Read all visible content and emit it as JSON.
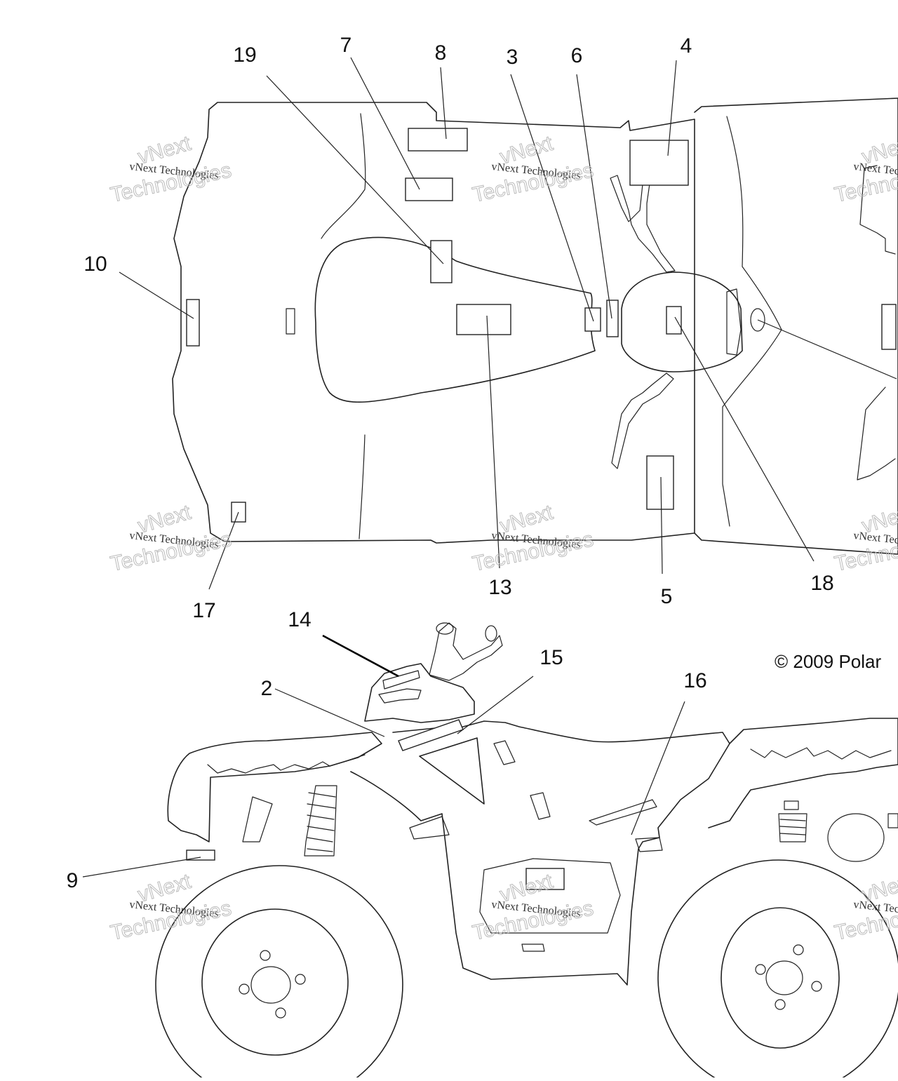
{
  "figure": {
    "copyright": "© 2009 Polar",
    "watermark": {
      "line1": "vNext",
      "line2": "vNext Technologies",
      "line3": "Technologies"
    },
    "callouts": [
      "19",
      "7",
      "8",
      "3",
      "6",
      "4",
      "10",
      "17",
      "13",
      "5",
      "18",
      "14",
      "15",
      "16",
      "2",
      "9"
    ]
  }
}
